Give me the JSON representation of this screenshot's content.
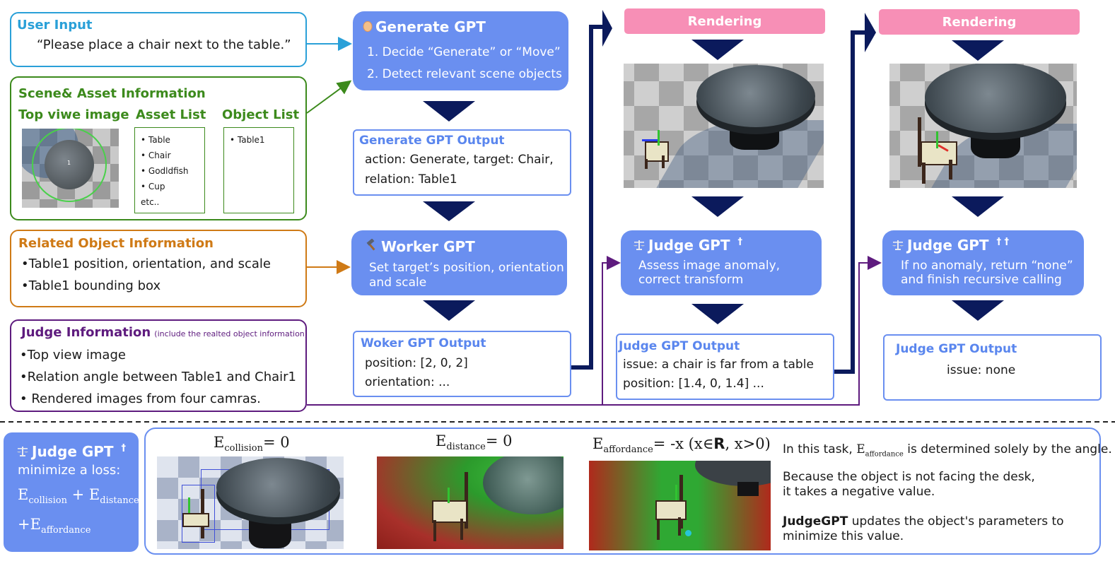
{
  "user_input": {
    "title": "User Input",
    "text": "“Please place a chair next to the table.”"
  },
  "scene_asset": {
    "title": "Scene& Asset Information",
    "top_view_label": "Top viwe image",
    "top_view_marker": "1",
    "asset_list_label": "Asset List",
    "asset_list": [
      "• Table",
      "• Chair",
      "• Godldfish",
      "• Cup",
      "etc.."
    ],
    "object_list_label": "Object List",
    "object_list": [
      "• Table1"
    ]
  },
  "related_object": {
    "title": "Related Object Information",
    "items": [
      "•Table1 position, orientation, and scale",
      "•Table1 bounding box"
    ]
  },
  "judge_info": {
    "title": "Judge Information",
    "note": "(include the realted object information)",
    "items": [
      "•Top view image",
      "•Relation angle between Table1 and Chair1",
      "• Rendered images from four camras."
    ]
  },
  "generate_gpt": {
    "title": "Generate GPT",
    "lines": [
      "1. Decide “Generate” or  “Move”",
      "2. Detect relevant scene objects"
    ],
    "output_title": "Generate GPT Output",
    "output_lines": [
      "action: Generate, target: Chair,",
      "relation: Table1"
    ]
  },
  "worker_gpt": {
    "title": "Worker GPT",
    "lines": [
      "Set target’s position, orientation",
      "and scale"
    ],
    "output_title": "Woker GPT Output",
    "output_lines": [
      "position: [2, 0, 2]",
      "orientation: ..."
    ]
  },
  "rendering_label": "Rendering",
  "judge_gpt_1": {
    "title": "Judge GPT",
    "sup": "†",
    "lines": [
      "Assess image anomaly,",
      "correct transform"
    ],
    "output_title": "Judge GPT Output",
    "output_lines": [
      "issue: a chair is far from a table",
      "position: [1.4, 0, 1.4] ..."
    ]
  },
  "judge_gpt_2": {
    "title": "Judge GPT",
    "sup": "† †",
    "lines": [
      "If no anomaly, return “none”",
      "and finish  recursive calling"
    ],
    "output_title": "Judge GPT Output",
    "output_lines": [
      "issue: none"
    ]
  },
  "loss_box": {
    "title": "Judge GPT",
    "sup": "†",
    "line": "minimize a loss:",
    "term1": "E",
    "term1_sub": "collision",
    "plus": " + ",
    "term2": "E",
    "term2_sub": "distance",
    "term3_prefix": "+E",
    "term3_sub": "affordance"
  },
  "energy_labels": {
    "collision": {
      "e": "E",
      "sub": "collision",
      "rhs": "= 0"
    },
    "distance": {
      "e": "E",
      "sub": "distance",
      "rhs": "= 0"
    },
    "affordance": {
      "e": "E",
      "sub": "affordance",
      "rhs": "= -x (x∈",
      "bold": "R",
      "rhs2": ", x>0)"
    }
  },
  "explanation": {
    "line1a": "In this task, ",
    "line1_e": "E",
    "line1_sub": "affordance",
    "line1b": " is determined solely by the angle.",
    "line2": "Because the object is not facing the desk,",
    "line3": "it takes a negative value.",
    "bold": "JudgeGPT",
    "line4": " updates the object's parameters to",
    "line5": "minimize this value."
  },
  "colors": {
    "accent_blue": "#6a8ff0",
    "navy": "#0b1a5c",
    "green": "#3c8a1c",
    "orange": "#cf7a16",
    "purple": "#5e1b7e",
    "pink": "#f78fb6",
    "cyan": "#2aa0d8"
  },
  "icons": [
    "egg-icon",
    "hammer-icon",
    "scale-icon"
  ]
}
